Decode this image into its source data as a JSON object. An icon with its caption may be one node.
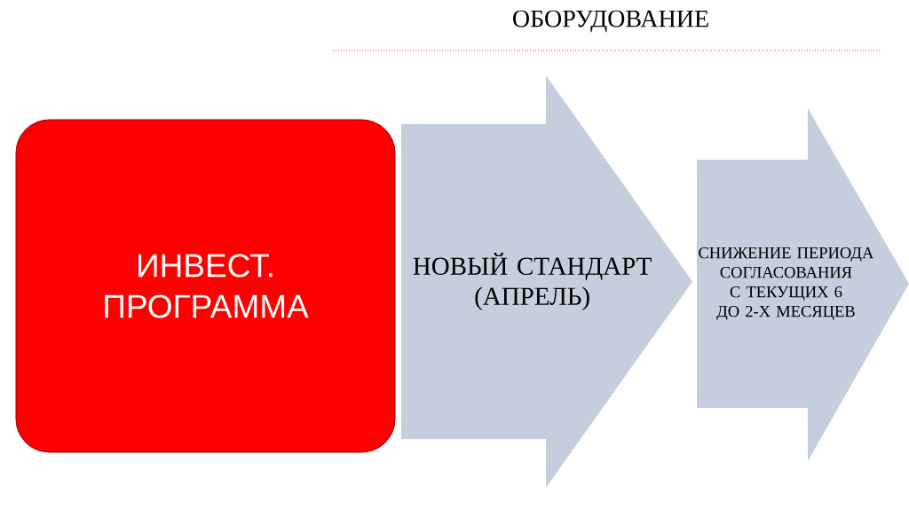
{
  "diagram": {
    "title": "ОБОРУДОВАНИЕ",
    "nodes": [
      {
        "text": [
          "ИНВЕСТ. ПРОГРАММА"
        ]
      },
      {
        "text": [
          "НОВЫЙ СТАНДАРТ (АПРЕЛЬ)"
        ]
      },
      {
        "text": [
          "СНИЖЕНИЕ ПЕРИОДА СОГЛАСОВАНИЯ С ТЕКУЩИХ 6 ДО 2-Х МЕСЯЦЕВ"
        ]
      }
    ]
  }
}
